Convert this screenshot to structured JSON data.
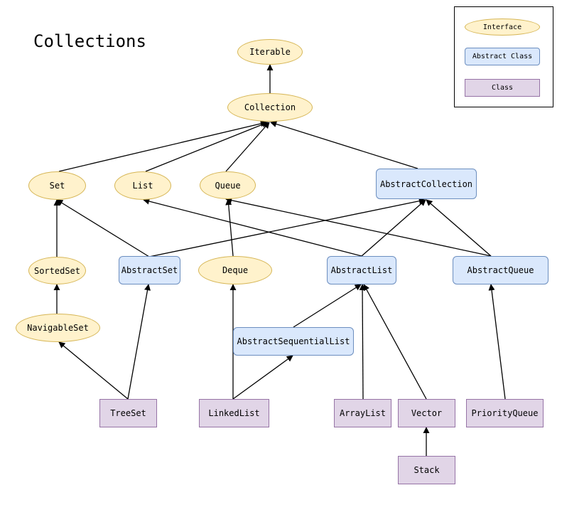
{
  "title": "Collections",
  "legend": {
    "interface": "Interface",
    "abstract_class": "Abstract Class",
    "class": "Class"
  },
  "nodes": {
    "iterable": "Iterable",
    "collection": "Collection",
    "set": "Set",
    "list": "List",
    "queue": "Queue",
    "abstract_collection": "AbstractCollection",
    "sorted_set": "SortedSet",
    "abstract_set": "AbstractSet",
    "deque": "Deque",
    "abstract_list": "AbstractList",
    "abstract_queue": "AbstractQueue",
    "navigable_set": "NavigableSet",
    "abstract_sequential_list": "AbstractSequentialList",
    "tree_set": "TreeSet",
    "linked_list": "LinkedList",
    "array_list": "ArrayList",
    "vector": "Vector",
    "priority_queue": "PriorityQueue",
    "stack": "Stack"
  },
  "colors": {
    "interface_fill": "#fff2cc",
    "interface_stroke": "#d6b656",
    "abstract_fill": "#dae8fc",
    "abstract_stroke": "#6c8ebf",
    "class_fill": "#e1d5e7",
    "class_stroke": "#9673a6"
  },
  "edges": [
    [
      "collection",
      "iterable"
    ],
    [
      "set",
      "collection"
    ],
    [
      "list",
      "collection"
    ],
    [
      "queue",
      "collection"
    ],
    [
      "abstract_collection",
      "collection"
    ],
    [
      "sorted_set",
      "set"
    ],
    [
      "abstract_set",
      "set"
    ],
    [
      "abstract_set",
      "abstract_collection"
    ],
    [
      "deque",
      "queue"
    ],
    [
      "abstract_list",
      "list"
    ],
    [
      "abstract_list",
      "abstract_collection"
    ],
    [
      "abstract_queue",
      "queue"
    ],
    [
      "abstract_queue",
      "abstract_collection"
    ],
    [
      "navigable_set",
      "sorted_set"
    ],
    [
      "abstract_sequential_list",
      "abstract_list"
    ],
    [
      "tree_set",
      "navigable_set"
    ],
    [
      "tree_set",
      "abstract_set"
    ],
    [
      "linked_list",
      "deque"
    ],
    [
      "linked_list",
      "abstract_sequential_list"
    ],
    [
      "array_list",
      "abstract_list"
    ],
    [
      "vector",
      "abstract_list"
    ],
    [
      "priority_queue",
      "abstract_queue"
    ],
    [
      "stack",
      "vector"
    ]
  ]
}
